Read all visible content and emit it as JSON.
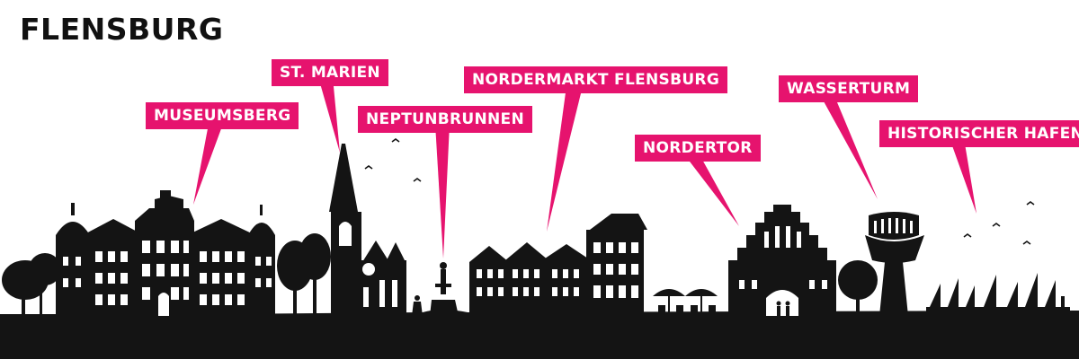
{
  "title": "FLENSBURG",
  "colors": {
    "accent": "#e6136e",
    "silhouette": "#141414",
    "background": "#ffffff"
  },
  "landmarks": [
    {
      "id": "museumsberg",
      "label": "MUSEUMSBERG"
    },
    {
      "id": "st-marien",
      "label": "ST. MARIEN"
    },
    {
      "id": "neptunbrunnen",
      "label": "NEPTUNBRUNNEN"
    },
    {
      "id": "nordermarkt",
      "label": "NORDERMARKT FLENSBURG"
    },
    {
      "id": "nordertor",
      "label": "NORDERTOR"
    },
    {
      "id": "wasserturm",
      "label": "WASSERTURM"
    },
    {
      "id": "hafen",
      "label": "HISTORISCHER HAFEN"
    }
  ]
}
